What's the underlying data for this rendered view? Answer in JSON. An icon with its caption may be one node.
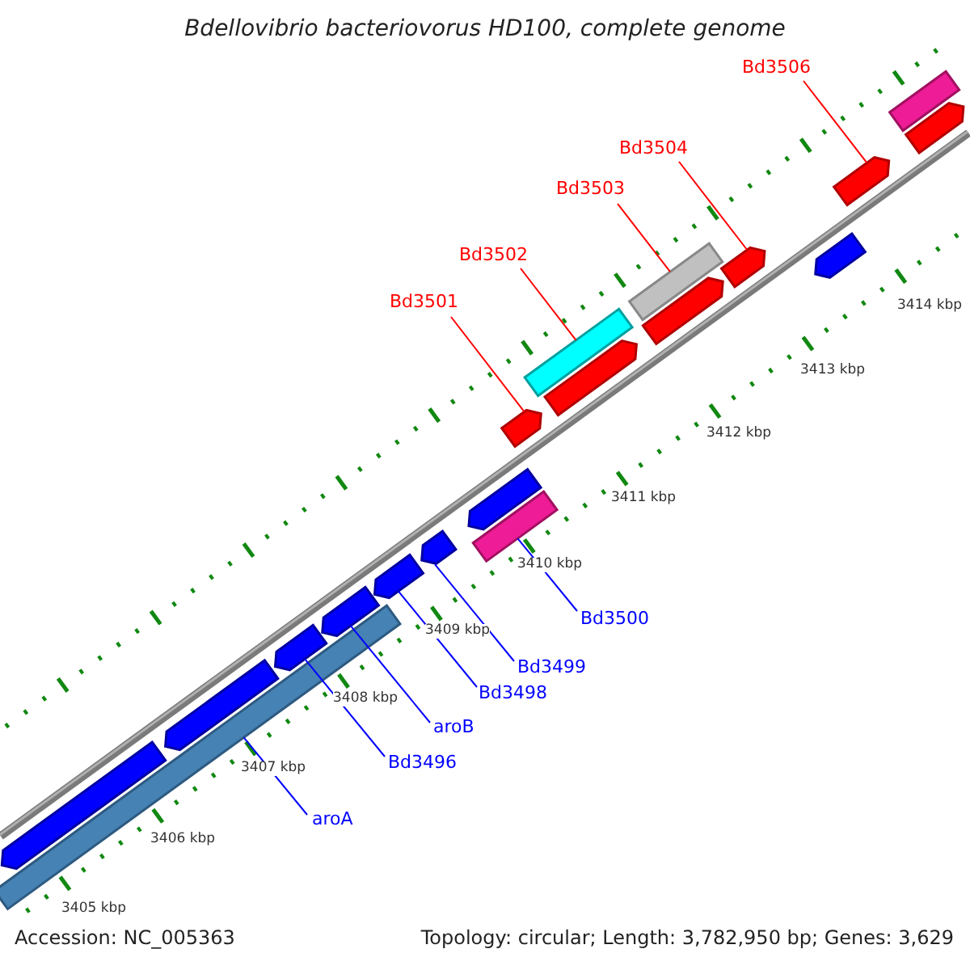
{
  "diagram": {
    "title": "Bdellovibrio bacteriovorus HD100, complete genome",
    "nodes": [
      {
        "text": [
          "Bd3506"
        ]
      },
      {
        "text": [
          "Bd3504"
        ]
      },
      {
        "text": [
          "Bd3503"
        ]
      },
      {
        "text": [
          "Bd3502"
        ]
      },
      {
        "text": [
          "Bd3501"
        ]
      },
      {
        "text": [
          "Bd3500"
        ]
      },
      {
        "text": [
          "Bd3499"
        ]
      },
      {
        "text": [
          "Bd3498"
        ]
      },
      {
        "text": [
          "aroB"
        ]
      },
      {
        "text": [
          "Bd3496"
        ]
      },
      {
        "text": [
          "aroA"
        ]
      },
      {
        "text": [],
        "shape": "bar"
      },
      {
        "text": [],
        "shape": "bar"
      },
      {
        "text": [],
        "shape": "box"
      },
      {
        "text": [],
        "shape": "box"
      },
      {
        "text": [],
        "shape": "bar"
      },
      {
        "text": [],
        "shape": "box"
      },
      {
        "text": [],
        "shape": "bar"
      },
      {
        "text": [],
        "shape": "bar"
      },
      {
        "text": [],
        "shape": "bar"
      },
      {
        "text": [],
        "shape": "bar"
      },
      {
        "text": [],
        "shape": "bar"
      },
      {
        "text": [],
        "shape": "bar"
      },
      {
        "text": [],
        "shape": "bar"
      },
      {
        "text": [],
        "shape": "bar"
      },
      {
        "text": [],
        "shape": "box"
      },
      {
        "text": [],
        "shape": "bar"
      },
      {
        "text": [],
        "shape": "bar"
      },
      {
        "text": [],
        "shape": "bar"
      },
      {
        "text": [],
        "shape": "box"
      }
    ],
    "edges": [
      {
        "from": 0,
        "to": 11,
        "arrow": "none",
        "color": "#ff0000"
      },
      {
        "from": 1,
        "to": 12,
        "arrow": "none",
        "color": "#ff0000"
      },
      {
        "from": 2,
        "to": 13,
        "arrow": "none",
        "color": "#ff0000"
      },
      {
        "from": 3,
        "to": 14,
        "arrow": "none",
        "color": "#ff0000"
      },
      {
        "from": 4,
        "to": 15,
        "arrow": "none",
        "color": "#ff0000"
      },
      {
        "from": 5,
        "to": 16,
        "arrow": "none"
      },
      {
        "from": 6,
        "to": 17,
        "arrow": "none"
      },
      {
        "from": 7,
        "to": 18,
        "arrow": "none"
      },
      {
        "from": 8,
        "to": 19,
        "arrow": "none"
      },
      {
        "from": 9,
        "to": 20,
        "arrow": "none"
      },
      {
        "from": 10,
        "to": 29,
        "arrow": "none"
      }
    ],
    "labels": [
      "3414 kbp",
      "3413 kbp",
      "3412 kbp",
      "3411 kbp",
      "3410 kbp",
      "3409 kbp",
      "3408 kbp",
      "3407 kbp",
      "3406 kbp",
      "3405 kbp",
      "Accession: NC_005363",
      "Topology: circular; Length: 3,782,950 bp; Genes: 3,629"
    ]
  }
}
